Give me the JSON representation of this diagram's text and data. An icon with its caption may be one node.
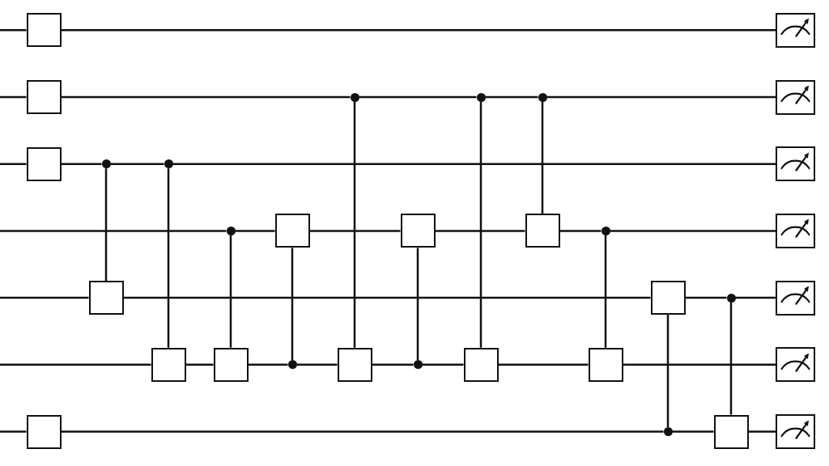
{
  "diagram": {
    "nodes": [
      {
        "text": [],
        "shape": "box"
      },
      {
        "text": [],
        "shape": "meter"
      },
      {
        "text": [],
        "shape": "box"
      },
      {
        "text": [],
        "shape": "circle"
      },
      {
        "text": [],
        "shape": "circle"
      },
      {
        "text": [],
        "shape": "circle"
      },
      {
        "text": [],
        "shape": "meter"
      },
      {
        "text": [],
        "shape": "box"
      },
      {
        "text": [],
        "shape": "circle"
      },
      {
        "text": [],
        "shape": "circle"
      },
      {
        "text": [],
        "shape": "meter"
      },
      {
        "text": [],
        "shape": "circle"
      },
      {
        "text": [],
        "shape": "box"
      },
      {
        "text": [],
        "shape": "box"
      },
      {
        "text": [],
        "shape": "box"
      },
      {
        "text": [],
        "shape": "circle"
      },
      {
        "text": [],
        "shape": "meter"
      },
      {
        "text": [],
        "shape": "box"
      },
      {
        "text": [],
        "shape": "box"
      },
      {
        "text": [],
        "shape": "circle"
      },
      {
        "text": [],
        "shape": "meter"
      },
      {
        "text": [],
        "shape": "box"
      },
      {
        "text": [],
        "shape": "box"
      },
      {
        "text": [],
        "shape": "circle"
      },
      {
        "text": [],
        "shape": "box"
      },
      {
        "text": [],
        "shape": "circle"
      },
      {
        "text": [],
        "shape": "box"
      },
      {
        "text": [],
        "shape": "box"
      },
      {
        "text": [],
        "shape": "meter"
      },
      {
        "text": [],
        "shape": "box"
      },
      {
        "text": [],
        "shape": "circle"
      },
      {
        "text": [],
        "shape": "box"
      },
      {
        "text": [],
        "shape": "meter"
      }
    ],
    "edges": [
      {
        "from": null,
        "to": 0,
        "arrow": "none"
      },
      {
        "from": 0,
        "to": 1,
        "arrow": "none"
      },
      {
        "from": null,
        "to": 2,
        "arrow": "none"
      },
      {
        "from": 2,
        "to": 3,
        "arrow": "none"
      },
      {
        "from": 3,
        "to": 4,
        "arrow": "none"
      },
      {
        "from": 4,
        "to": 5,
        "arrow": "none"
      },
      {
        "from": 5,
        "to": 6,
        "arrow": "none"
      },
      {
        "from": null,
        "to": 7,
        "arrow": "none"
      },
      {
        "from": 7,
        "to": 8,
        "arrow": "none"
      },
      {
        "from": 8,
        "to": 9,
        "arrow": "none"
      },
      {
        "from": 9,
        "to": 10,
        "arrow": "none"
      },
      {
        "from": null,
        "to": 11,
        "arrow": "none"
      },
      {
        "from": 11,
        "to": 12,
        "arrow": "none"
      },
      {
        "from": 12,
        "to": 13,
        "arrow": "none"
      },
      {
        "from": 13,
        "to": 14,
        "arrow": "none"
      },
      {
        "from": 14,
        "to": 15,
        "arrow": "none"
      },
      {
        "from": 15,
        "to": 16,
        "arrow": "none"
      },
      {
        "from": null,
        "to": 17,
        "arrow": "none"
      },
      {
        "from": 17,
        "to": 18,
        "arrow": "none"
      },
      {
        "from": 18,
        "to": 19,
        "arrow": "none"
      },
      {
        "from": 19,
        "to": 20,
        "arrow": "none"
      },
      {
        "from": null,
        "to": 21,
        "arrow": "none"
      },
      {
        "from": 21,
        "to": 22,
        "arrow": "none"
      },
      {
        "from": 22,
        "to": 23,
        "arrow": "none"
      },
      {
        "from": 23,
        "to": 24,
        "arrow": "none"
      },
      {
        "from": 24,
        "to": 25,
        "arrow": "none"
      },
      {
        "from": 25,
        "to": 26,
        "arrow": "none"
      },
      {
        "from": 26,
        "to": 27,
        "arrow": "none"
      },
      {
        "from": 27,
        "to": 28,
        "arrow": "none"
      },
      {
        "from": null,
        "to": 29,
        "arrow": "none"
      },
      {
        "from": 29,
        "to": 30,
        "arrow": "none"
      },
      {
        "from": 30,
        "to": 31,
        "arrow": "none"
      },
      {
        "from": 31,
        "to": 32,
        "arrow": "none"
      },
      {
        "from": 8,
        "to": 17,
        "arrow": "none"
      },
      {
        "from": 9,
        "to": 21,
        "arrow": "none"
      },
      {
        "from": 11,
        "to": 22,
        "arrow": "none"
      },
      {
        "from": 23,
        "to": 12,
        "arrow": "none"
      },
      {
        "from": 3,
        "to": 24,
        "arrow": "none"
      },
      {
        "from": 25,
        "to": 13,
        "arrow": "none"
      },
      {
        "from": 4,
        "to": 26,
        "arrow": "none"
      },
      {
        "from": 5,
        "to": 14,
        "arrow": "none"
      },
      {
        "from": 15,
        "to": 27,
        "arrow": "none"
      },
      {
        "from": 30,
        "to": 18,
        "arrow": "none"
      },
      {
        "from": 19,
        "to": 31,
        "arrow": "none"
      }
    ]
  }
}
